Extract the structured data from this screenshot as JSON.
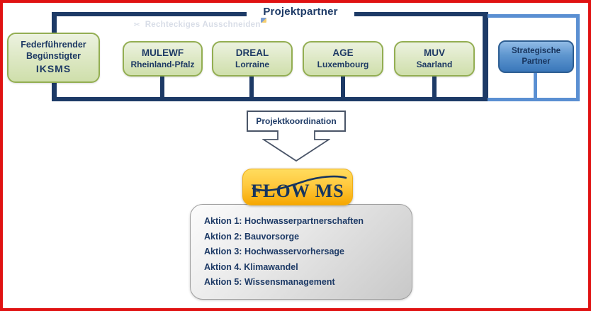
{
  "colors": {
    "frame_red": "#E01212",
    "navy": "#1D3A66",
    "light_blue": "#5A8FD2",
    "green_fill": "#DCE7C2",
    "green_border": "#93AE52",
    "blue_fill": "#3A77BA",
    "blue_border": "#2E5E92",
    "logo_orange": "#F6A701",
    "panel_gray": "#D5D5D5"
  },
  "header": {
    "title": "Projektpartner"
  },
  "watermark": {
    "label": "Rechteckiges Ausschneiden"
  },
  "partners": {
    "lead": {
      "line1": "Federführender",
      "line2": "Begünstigter",
      "line3": "IKSMS"
    },
    "items": [
      {
        "name": "MULEWF",
        "region": "Rheinland-Pfalz"
      },
      {
        "name": "DREAL",
        "region": "Lorraine"
      },
      {
        "name": "AGE",
        "region": "Luxembourg"
      },
      {
        "name": "MUV",
        "region": "Saarland"
      }
    ],
    "strategic": {
      "line1": "Strategische",
      "line2": "Partner"
    }
  },
  "coordination": {
    "label": "Projektkoordination"
  },
  "logo": {
    "label": "FLOW MS"
  },
  "actions": {
    "items": [
      "Aktion 1: Hochwasserpartnerschaften",
      "Aktion 2: Bauvorsorge",
      "Aktion 3: Hochwasservorhersage",
      "Aktion 4. Klimawandel",
      "Aktion 5: Wissensmanagement"
    ]
  }
}
